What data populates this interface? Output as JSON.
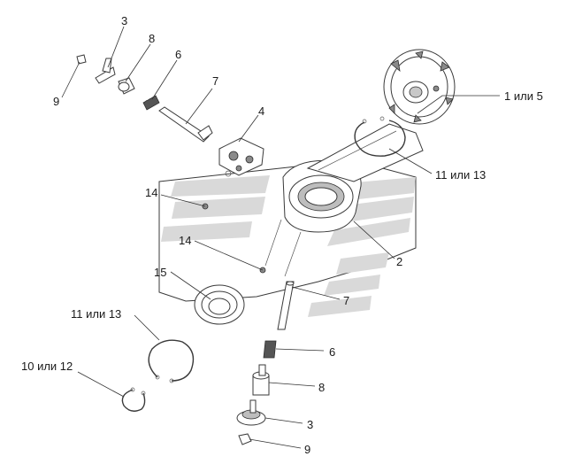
{
  "callouts": {
    "c3_top": "3",
    "c8_top": "8",
    "c6_top": "6",
    "c9_top": "9",
    "c7_top": "7",
    "c4": "4",
    "c1or5": "1 или 5",
    "c11or13_right": "11 или 13",
    "c14_upper": "14",
    "c14_lower": "14",
    "c2": "2",
    "c15": "15",
    "c7_bottom": "7",
    "c11or13_left": "11 или 13",
    "c6_bottom": "6",
    "c10or12": "10 или 12",
    "c8_bottom": "8",
    "c3_bottom": "3",
    "c9_bottom": "9"
  }
}
